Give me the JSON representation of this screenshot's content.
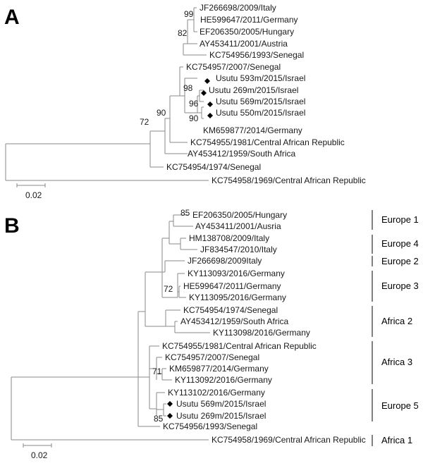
{
  "colors": {
    "branch": "#8a8a8a",
    "text": "#1a1a1a",
    "marker": "#000000"
  },
  "panel_a": {
    "letter": "A",
    "taxa": [
      "JF266698/2009/Italy",
      "HE599647/2011/Germany",
      "EF206350/2005/Hungary",
      "AY453411/2001/Austria",
      "KC754956/1993/Senegal",
      "KC754957/2007/Senegal",
      "Usutu 593m/2015/Israel",
      "Usutu 269m/2015/Israel",
      "Usutu 569m/2015/Israel",
      "Usutu 550m/2015/Israel",
      "KM659877/2014/Germany",
      "KC754955/1981/Central African Republic",
      "AY453412/1959/South Africa",
      "KC754954/1974/Senegal",
      "KC754958/1969/Central African Republic"
    ],
    "bootstrap": [
      "99",
      "82",
      "98",
      "96",
      "90",
      "90",
      "72"
    ],
    "scale": "0.02"
  },
  "panel_b": {
    "letter": "B",
    "taxa": [
      "EF206350/2005/Hungary",
      "AY453411/2001/Ausria",
      "HM138708/2009/Italy",
      "JF834547/2010/Italy",
      "JF266698/2009Italy",
      "KY113093/2016/Germany",
      "HE599647/2011/Germany",
      "KY113095/2016/Germany",
      "KC754954/1974/Senegal",
      "AY453412/1959/South Africa",
      "KY113098/2016/Germany",
      "KC754955/1981/Central African Republic",
      "KC754957/2007/Senegal",
      "KM659877/2014/Germany",
      "KY113092/2016/Germany",
      "KY113102/2016/Germany",
      "Usutu 569m/2015/Israel",
      "Usutu 269m/2015/Israel",
      "KC754956/1993/Senegal",
      "KC754958/1969/Central African Republic"
    ],
    "bootstrap": [
      "85",
      "72",
      "71",
      "85"
    ],
    "groups": [
      "Europe 1",
      "Europe 4",
      "Europe 2",
      "Europe 3",
      "Africa 2",
      "Africa 3",
      "Europe 5",
      "Africa 1"
    ],
    "scale": "0.02"
  }
}
